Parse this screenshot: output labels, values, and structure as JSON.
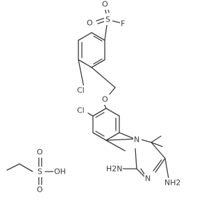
{
  "structure": {
    "labels": {
      "s_top": "S",
      "o_s1": "O",
      "o_s2": "O",
      "f": "F",
      "cl_top": "Cl",
      "o_ether": "O",
      "cl_mid": "Cl",
      "n1": "N",
      "n_ring": "N",
      "h2n_left": "H2N",
      "nh2_right": "NH2",
      "s_left": "S",
      "o_l1": "O",
      "o_l2": "O",
      "oh": "OH"
    }
  }
}
